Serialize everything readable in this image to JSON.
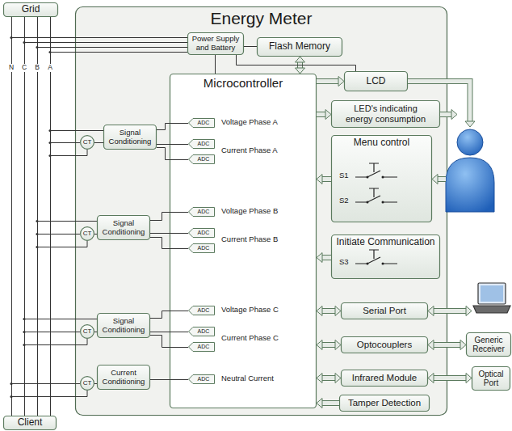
{
  "diagram": {
    "nodes": [
      {
        "text": [
          "Grid"
        ]
      },
      {
        "text": [
          "Energy Meter"
        ]
      },
      {
        "text": [
          "Power Supply and Battery"
        ],
        "in": 1
      },
      {
        "text": [
          "Flash Memory"
        ],
        "in": 1
      },
      {
        "text": [
          "Microcontroller"
        ],
        "in": 1
      },
      {
        "text": [
          "LCD"
        ],
        "in": 1
      },
      {
        "text": [
          "LED's indicating energy consumption"
        ],
        "in": 1
      },
      {
        "text": [
          "Menu control"
        ],
        "in": 1
      },
      {
        "text": [
          "Initiate Communication"
        ],
        "in": 1
      },
      {
        "text": [
          "Serial Port"
        ],
        "in": 1
      },
      {
        "text": [
          "Optocouplers"
        ],
        "in": 1
      },
      {
        "text": [
          "Infrared Module"
        ],
        "in": 1
      },
      {
        "text": [
          "Tamper Detection"
        ],
        "in": 1
      },
      {
        "text": [
          "CT"
        ],
        "in": 1
      },
      {
        "text": [
          "Signal Conditioning"
        ],
        "in": 1
      },
      {
        "text": [
          "CT"
        ],
        "in": 1
      },
      {
        "text": [
          "Signal Conditioning"
        ],
        "in": 1
      },
      {
        "text": [
          "CT"
        ],
        "in": 1
      },
      {
        "text": [
          "Signal Conditioning"
        ],
        "in": 1
      },
      {
        "text": [
          "CT"
        ],
        "in": 1
      },
      {
        "text": [
          "Current Conditioning"
        ],
        "in": 1
      },
      {
        "text": [
          "ADC"
        ],
        "in": 4
      },
      {
        "text": [
          "ADC"
        ],
        "in": 4
      },
      {
        "text": [
          "ADC"
        ],
        "in": 4
      },
      {
        "text": [
          "ADC"
        ],
        "in": 4
      },
      {
        "text": [
          "ADC"
        ],
        "in": 4
      },
      {
        "text": [
          "ADC"
        ],
        "in": 4
      },
      {
        "text": [
          "ADC"
        ],
        "in": 4
      },
      {
        "text": [
          "ADC"
        ],
        "in": 4
      },
      {
        "text": [
          "ADC"
        ],
        "in": 4
      },
      {
        "text": [
          "ADC"
        ],
        "in": 4
      },
      {
        "text": [
          "Generic Receiver"
        ]
      },
      {
        "text": [
          "Optical Port"
        ]
      },
      {
        "text": [
          "Client"
        ]
      }
    ],
    "edges": [
      {
        "from": 0,
        "to": 33,
        "arrow": "none"
      },
      {
        "from": 0,
        "to": 33,
        "arrow": "none"
      },
      {
        "from": 0,
        "to": 33,
        "arrow": "none"
      },
      {
        "from": 0,
        "to": 33,
        "arrow": "none"
      },
      {
        "from": 2,
        "to": 3,
        "arrow": "none"
      },
      {
        "from": 3,
        "to": 4,
        "arrow": "both"
      },
      {
        "from": 2,
        "to": 4,
        "arrow": "none"
      },
      {
        "from": 2,
        "to": 5,
        "arrow": "none"
      },
      {
        "from": 4,
        "to": 5,
        "arrow": "to"
      },
      {
        "from": 4,
        "to": 6,
        "arrow": "to"
      },
      {
        "from": 7,
        "to": 4,
        "arrow": "to"
      },
      {
        "from": 8,
        "to": 4,
        "arrow": "to"
      },
      {
        "from": 4,
        "to": 9,
        "arrow": "both"
      },
      {
        "from": 4,
        "to": 10,
        "arrow": "both"
      },
      {
        "from": 4,
        "to": 11,
        "arrow": "both"
      },
      {
        "from": 12,
        "to": 4,
        "arrow": "to"
      },
      {
        "from": 10,
        "to": 31,
        "arrow": "both"
      },
      {
        "from": 11,
        "to": 32,
        "arrow": "both"
      },
      {
        "from": 13,
        "to": 14,
        "arrow": "none"
      },
      {
        "from": 15,
        "to": 16,
        "arrow": "none"
      },
      {
        "from": 17,
        "to": 18,
        "arrow": "none"
      },
      {
        "from": 19,
        "to": 20,
        "arrow": "none"
      },
      {
        "from": 14,
        "to": 21,
        "arrow": "none"
      },
      {
        "from": 14,
        "to": 22,
        "arrow": "none"
      },
      {
        "from": 14,
        "to": 23,
        "arrow": "none"
      },
      {
        "from": 16,
        "to": 24,
        "arrow": "none"
      },
      {
        "from": 16,
        "to": 25,
        "arrow": "none"
      },
      {
        "from": 16,
        "to": 26,
        "arrow": "none"
      },
      {
        "from": 18,
        "to": 27,
        "arrow": "none"
      },
      {
        "from": 18,
        "to": 28,
        "arrow": "none"
      },
      {
        "from": 18,
        "to": 29,
        "arrow": "none"
      },
      {
        "from": 20,
        "to": 30,
        "arrow": "none"
      }
    ],
    "labels": [
      "N",
      "C",
      "B",
      "A",
      "Voltage Phase A",
      "Current Phase A",
      "Voltage Phase B",
      "Current Phase B",
      "Voltage Phase C",
      "Current Phase C",
      "Neutral Current",
      "S1",
      "S2",
      "S3"
    ]
  }
}
